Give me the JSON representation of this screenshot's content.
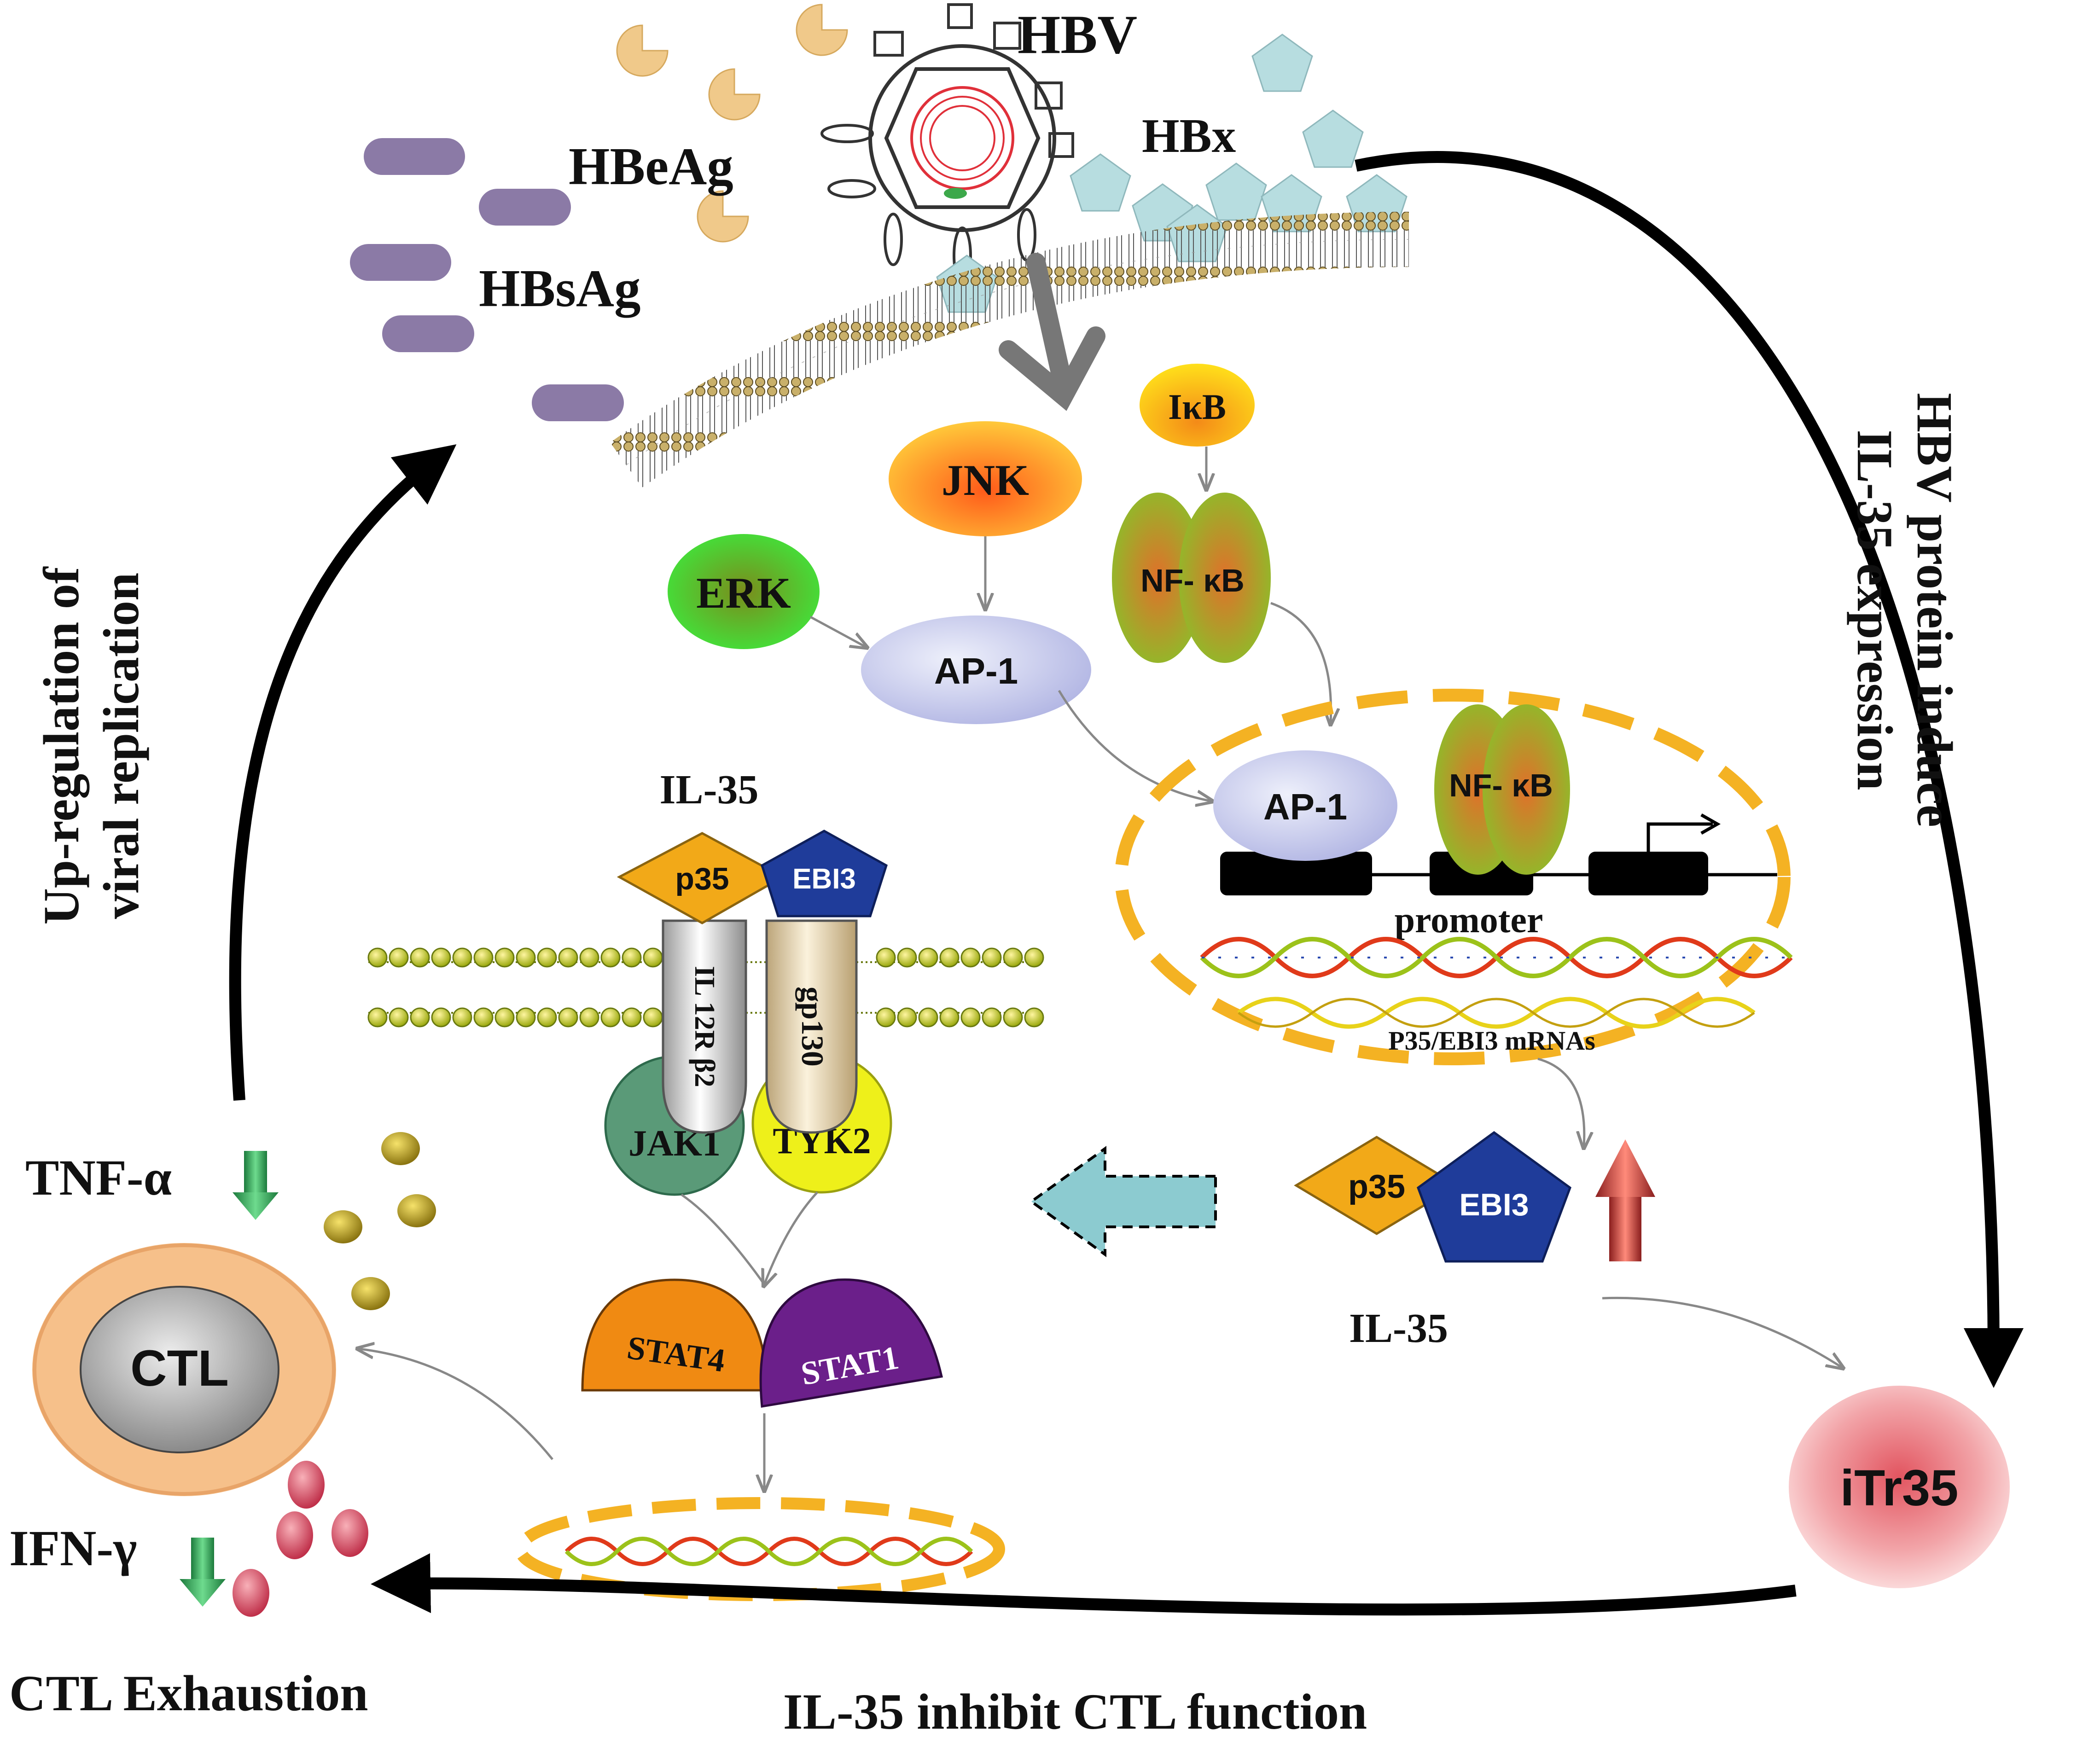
{
  "virus": {
    "title": "HBV",
    "hbeag": "HBeAg",
    "hbsag": "HBsAg",
    "hbx": "HBx"
  },
  "signaling": {
    "ikb": "IκB",
    "nfkb": "NF- κB",
    "jnk": "JNK",
    "erk": "ERK",
    "ap1": "AP-1"
  },
  "nucleus": {
    "ap1": "AP-1",
    "nfkb": "NF- κB",
    "promoter": "promoter",
    "mrna": "P35/EBI3 mRNAs"
  },
  "receptor": {
    "il35_label": "IL-35",
    "p35": "p35",
    "ebi3": "EBI3",
    "il12rb2": "IL 12R β2",
    "gp130": "gp130",
    "jak1": "JAK1",
    "tyk2": "TYK2",
    "stat4": "STAT4",
    "stat1": "STAT1"
  },
  "secreted": {
    "p35": "p35",
    "ebi3": "EBI3",
    "il35_label": "IL-35"
  },
  "cells": {
    "ctl": "CTL",
    "itr35": "iTr35",
    "tnf": "TNF-α",
    "ifn": "IFN-γ",
    "exhaustion": "CTL Exhaustion"
  },
  "arrows": {
    "left_line1": "Up-regulation of",
    "left_line2": "viral replication",
    "right_line1": "HBV protein induce",
    "right_line2": "IL-35 expression",
    "bottom": "IL-35 inhibit CTL function"
  },
  "colors": {
    "hbeag": "#f0c98a",
    "hbsag": "#8b7aa6",
    "hbx": "#b7dde0",
    "nucleus_border": "#f4b223",
    "p35": "#f2a918",
    "ebi3": "#1f3c9a",
    "stat4": "#f08a12",
    "stat1": "#6b1f8a",
    "ctl_ring": "#f6c08a",
    "itr35": "#e05a62"
  }
}
